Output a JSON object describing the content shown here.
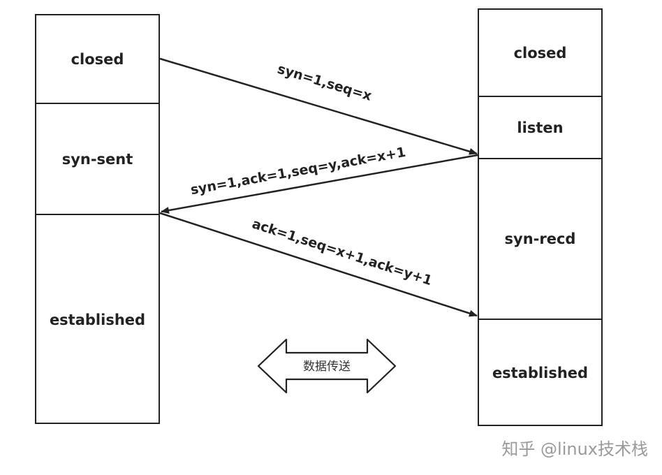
{
  "client": {
    "states": [
      "closed",
      "syn-sent",
      "established"
    ]
  },
  "server": {
    "states": [
      "closed",
      "listen",
      "syn-recd",
      "established"
    ]
  },
  "messages": {
    "first": "syn=1,seq=x",
    "second": "syn=1,ack=1,seq=y,ack=x+1",
    "third": "ack=1,seq=x+1,ack=y+1"
  },
  "transfer_label": "数据传送",
  "watermark": "知乎 @linux技术栈"
}
